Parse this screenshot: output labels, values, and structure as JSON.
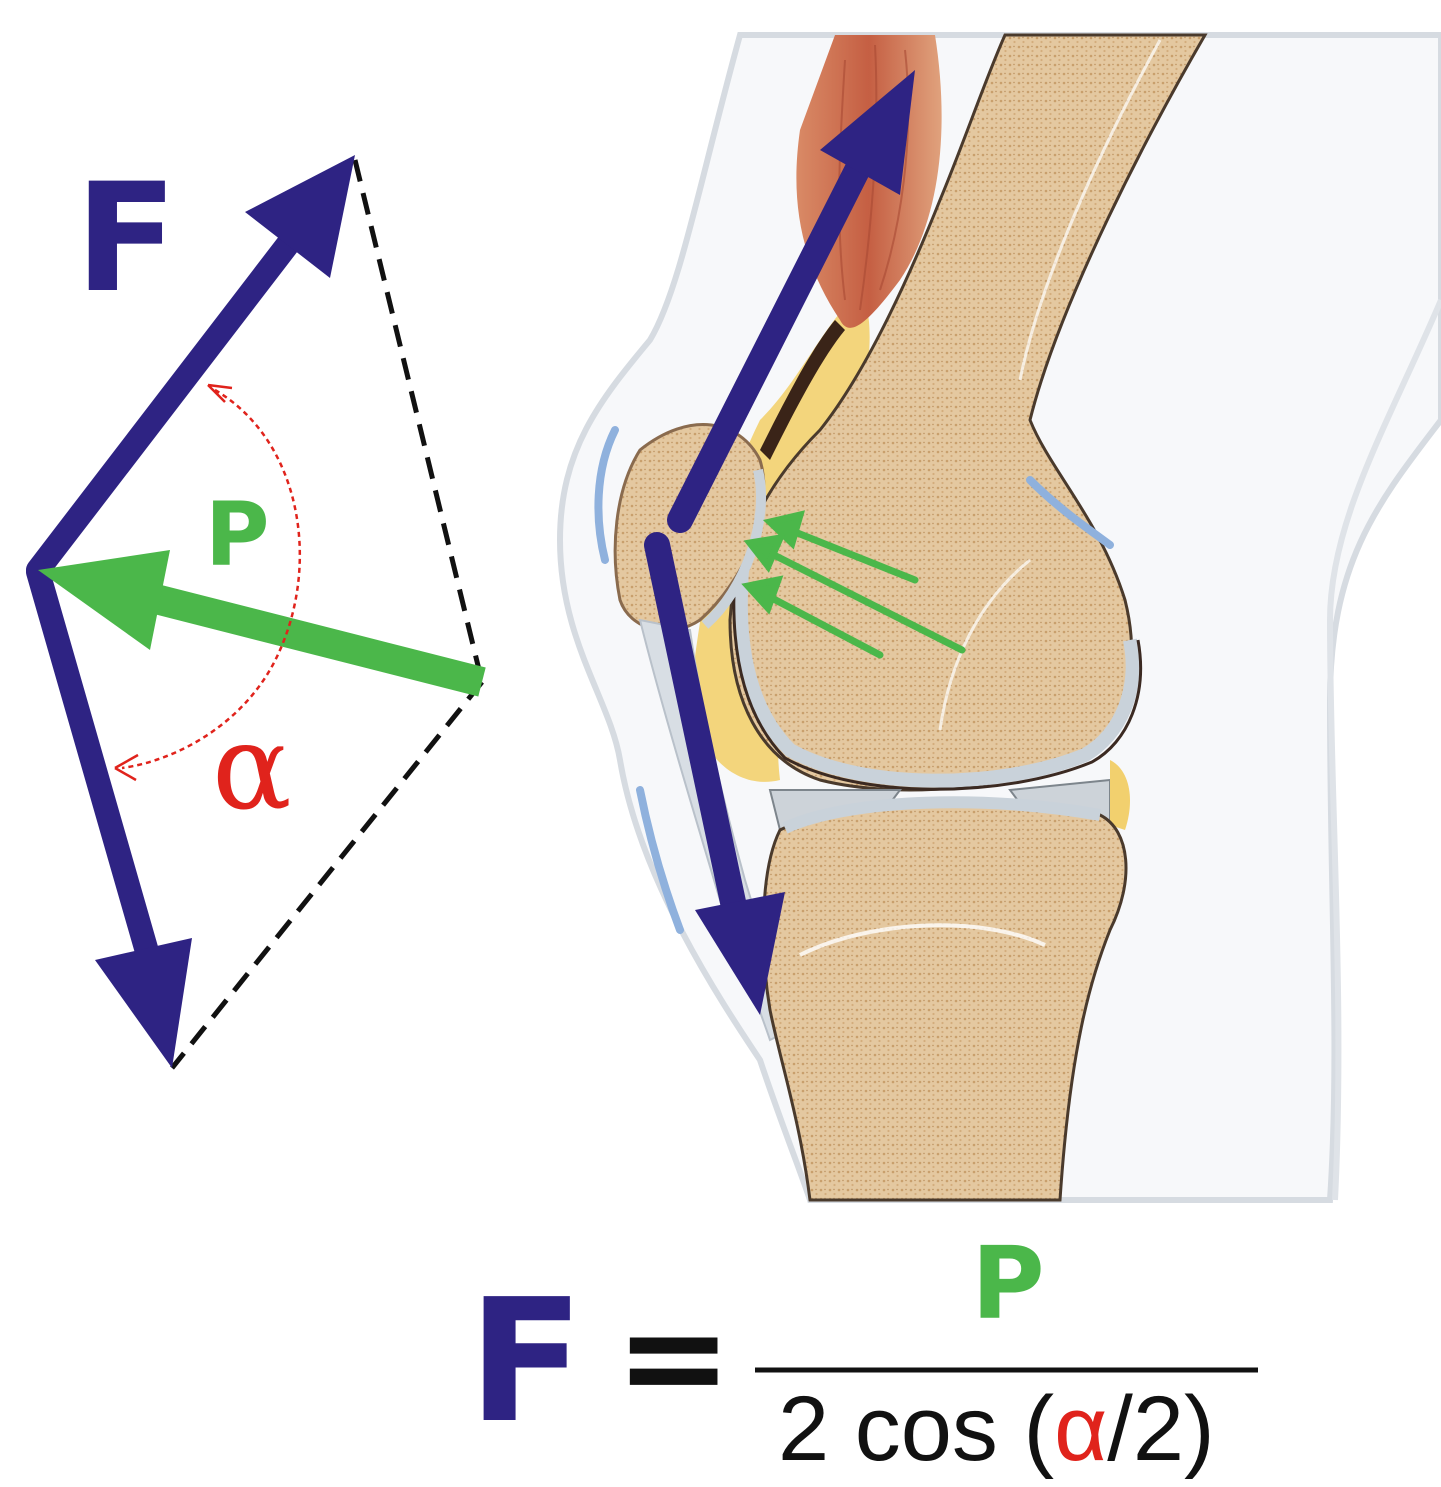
{
  "colors": {
    "force_vector": "#2e2383",
    "resultant_vector": "#4bb74a",
    "angle": "#e0231c",
    "bone": "#e2c49a",
    "bone_texture": "#cfa877",
    "muscle": "#c8684a",
    "fat": "#f1cf6c",
    "cartilage": "#c9d2da",
    "skin_outline": "#d7dde3",
    "dashed_line": "#111111"
  },
  "diagram": {
    "force_label": "F",
    "resultant_label": "P",
    "angle_label": "α"
  },
  "formula": {
    "lhs": "F",
    "equals": "=",
    "numerator": "P",
    "denominator_prefix": "2 cos (",
    "denominator_angle": "α",
    "denominator_suffix": "/2)"
  }
}
